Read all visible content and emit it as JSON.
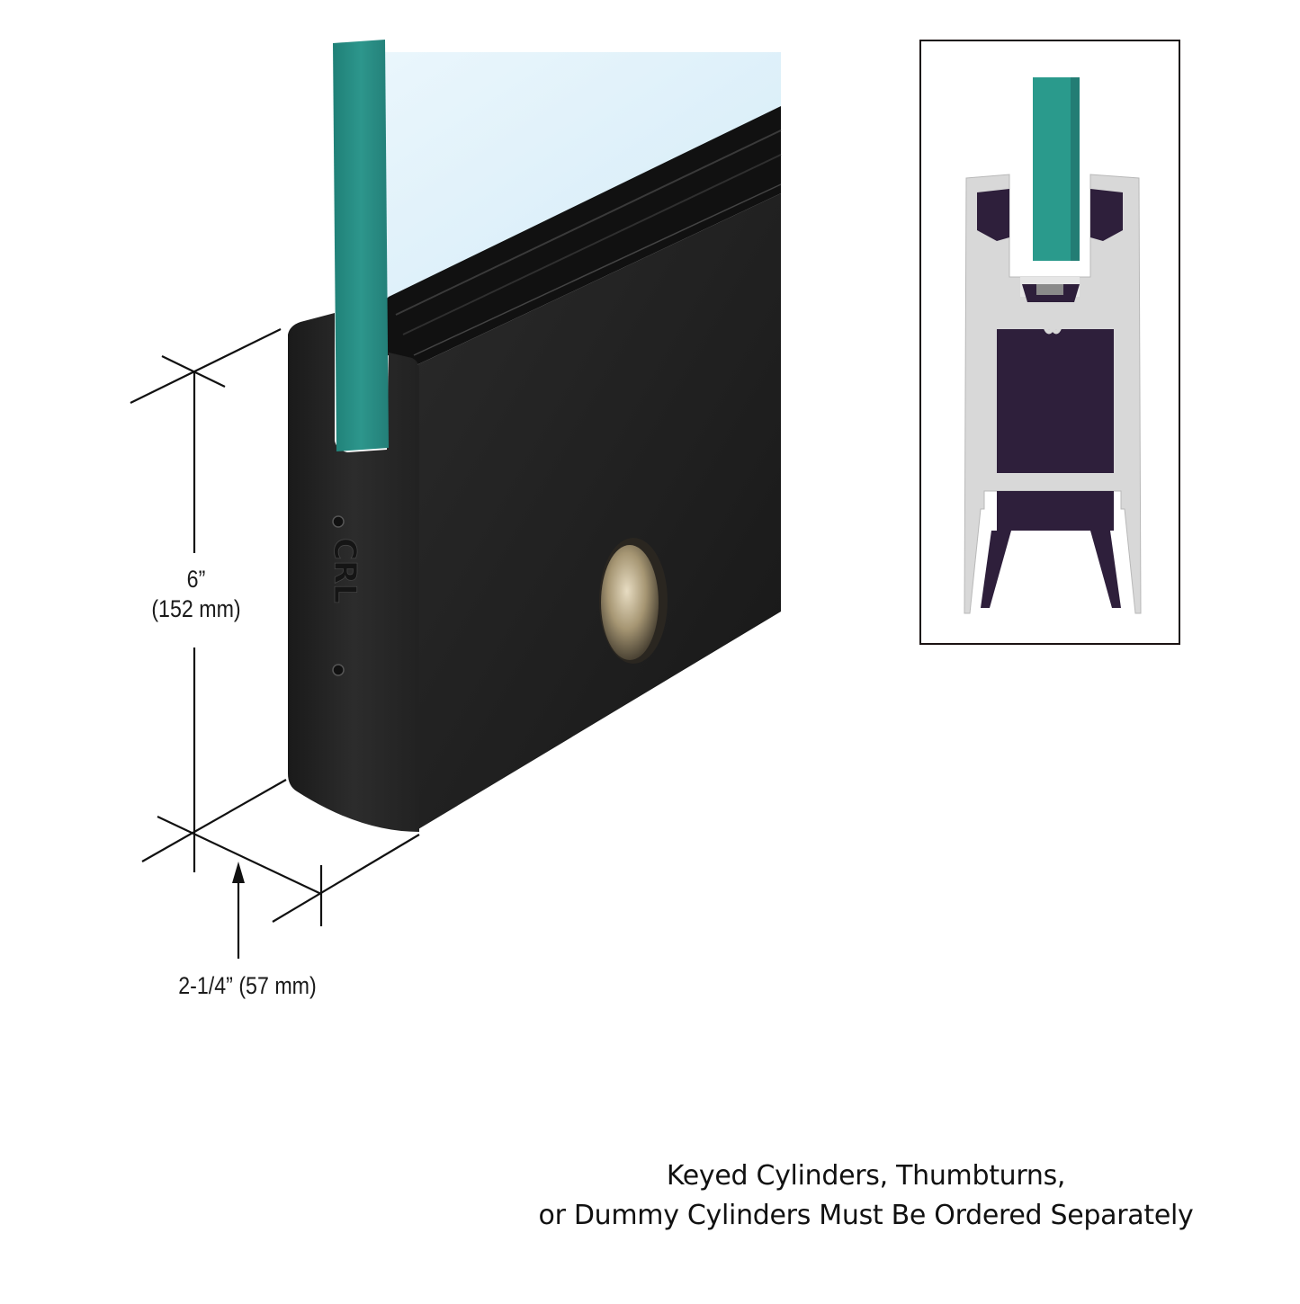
{
  "figure": {
    "subject": "door-rail-with-lock",
    "brand_mark": "CRL",
    "colors": {
      "rail_finish": "#1c1c1c",
      "glass_edge": "#2a8f86",
      "glass_face": "#dff1fb",
      "cylinder_hole": "#b8aa8a",
      "section_metal": "#d8d8d8",
      "section_cavity": "#2e1f3b",
      "dimension_line": "#111111"
    }
  },
  "dimensions": {
    "height": {
      "imperial": "6”",
      "metric": "(152 mm)"
    },
    "width": {
      "label": "2-1/4” (57 mm)"
    }
  },
  "inset": {
    "title": "cross-section-view"
  },
  "note": {
    "line1": "Keyed Cylinders, Thumbturns,",
    "line2": "or Dummy Cylinders Must Be Ordered Separately"
  }
}
